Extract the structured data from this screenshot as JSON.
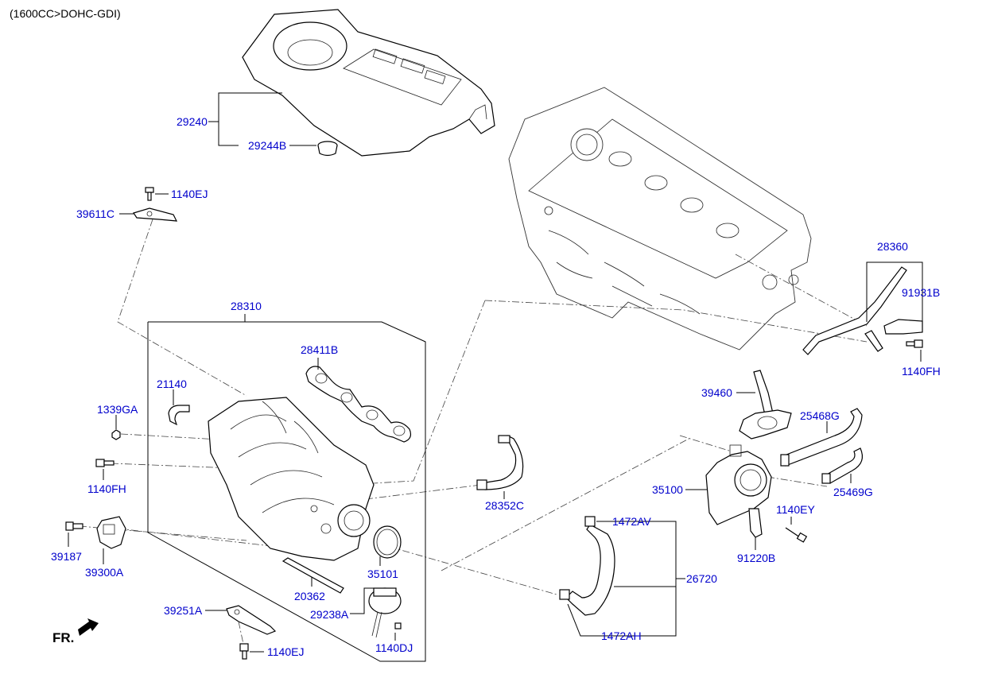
{
  "header": {
    "title": "(1600CC>DOHC-GDI)"
  },
  "direction": {
    "label": "FR."
  },
  "labels": {
    "p29240": "29240",
    "p29244B": "29244B",
    "p1140EJ_top": "1140EJ",
    "p39611C": "39611C",
    "p28310": "28310",
    "p28411B": "28411B",
    "p21140": "21140",
    "p1339GA": "1339GA",
    "p1140FH_left": "1140FH",
    "p39187": "39187",
    "p39300A": "39300A",
    "p35101": "35101",
    "p20362": "20362",
    "p29238A": "29238A",
    "p1140DJ": "1140DJ",
    "p39251A": "39251A",
    "p1140EJ_bottom": "1140EJ",
    "p28352C": "28352C",
    "p28360": "28360",
    "p91931B": "91931B",
    "p1140FH_right": "1140FH",
    "p39460": "39460",
    "p25468G": "25468G",
    "p35100": "35100",
    "p25469G": "25469G",
    "p1140EY": "1140EY",
    "p91220B": "91220B",
    "p1472AV": "1472AV",
    "p26720": "26720",
    "p1472AH": "1472AH"
  }
}
